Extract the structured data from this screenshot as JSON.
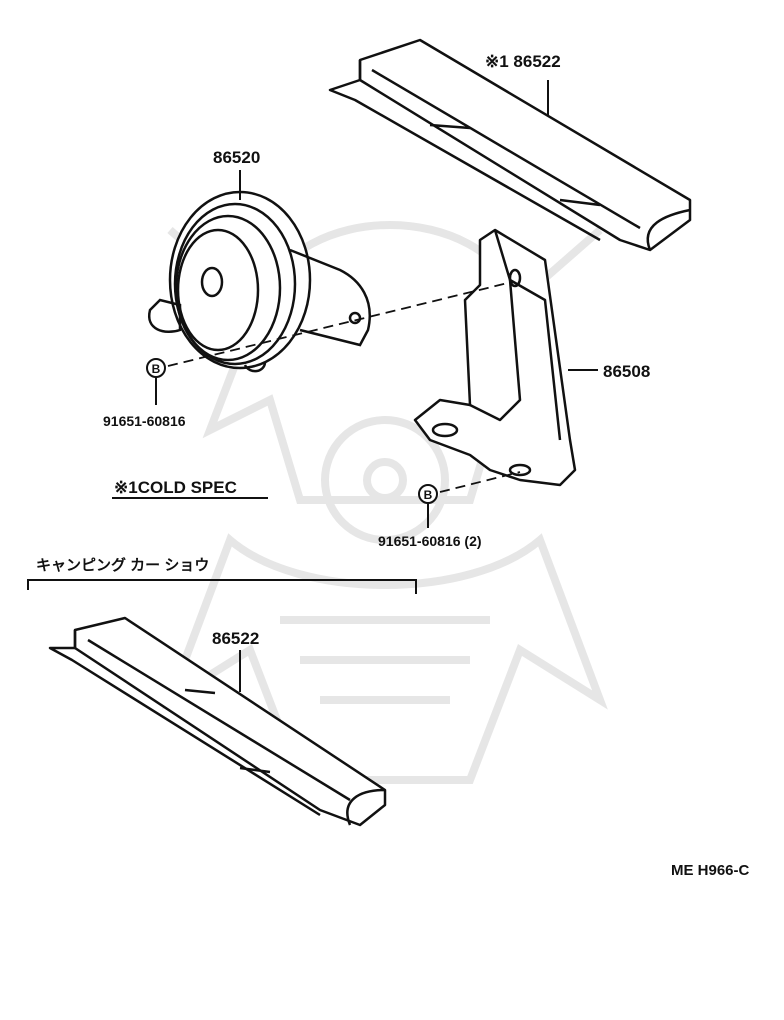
{
  "diagram": {
    "parts": {
      "rail_top": "※1 86522",
      "horn": "86520",
      "bracket": "86508",
      "rail_bottom": "86522"
    },
    "fasteners": {
      "bolt_left": "91651-60816",
      "bolt_right": "91651-60816 (2)",
      "bolt_symbol": "B"
    },
    "notes": {
      "cold_spec": "※1COLD  SPEC",
      "camping_car": "キャンピング  カー  ショウ"
    },
    "footer_code": "ME  H966-C",
    "colors": {
      "line": "#111111",
      "watermark": "#e6e6e6"
    },
    "watermark_icon": "samurai-helmet-logo"
  }
}
